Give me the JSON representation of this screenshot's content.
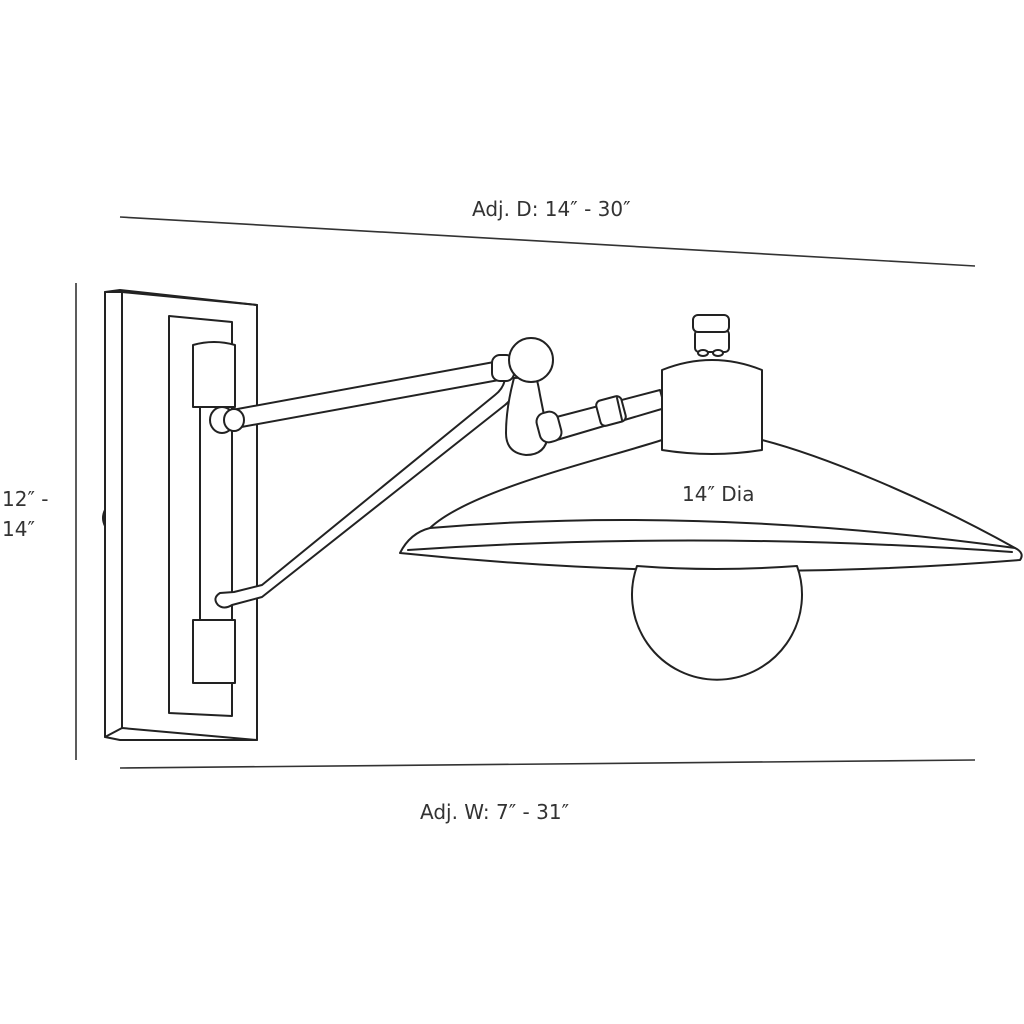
{
  "dimensions": {
    "depth_label": "Adj. D: 14″ - 30″",
    "width_label": "Adj. W: 7″ - 31″",
    "height_label_line1": "12″ -",
    "height_label_line2": "14″",
    "shade_label": "14″ Dia"
  },
  "colors": {
    "line": "#222222",
    "background": "#ffffff"
  }
}
